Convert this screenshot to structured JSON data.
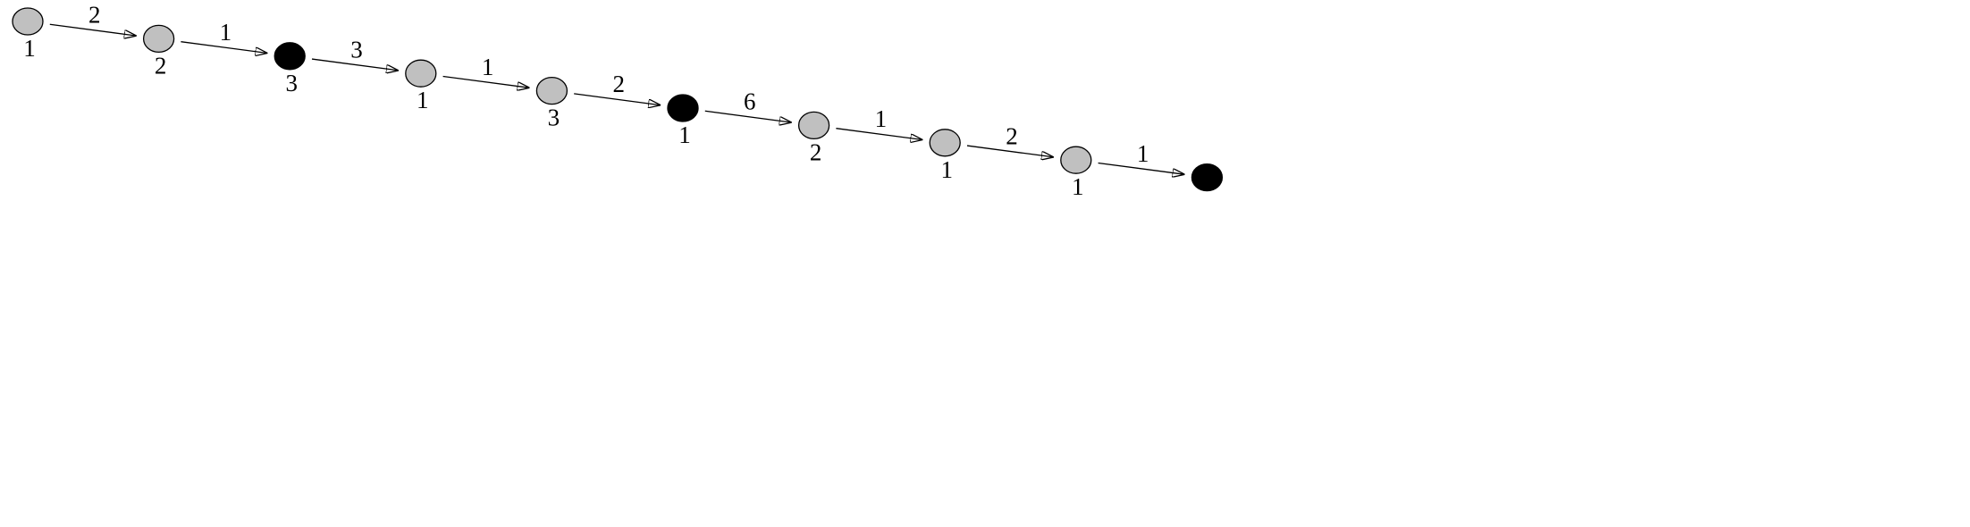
{
  "diagram": {
    "type": "weighted-chain",
    "colors": {
      "gray_node_fill": "#c0c0c0",
      "black_node_fill": "#000000",
      "stroke": "#000000",
      "background": "#ffffff"
    },
    "nodes": [
      {
        "label": "1",
        "kind": "gray"
      },
      {
        "label": "2",
        "kind": "gray"
      },
      {
        "label": "3",
        "kind": "black"
      },
      {
        "label": "1",
        "kind": "gray"
      },
      {
        "label": "3",
        "kind": "gray"
      },
      {
        "label": "1",
        "kind": "black"
      },
      {
        "label": "2",
        "kind": "gray"
      },
      {
        "label": "1",
        "kind": "gray"
      },
      {
        "label": "1",
        "kind": "gray"
      },
      {
        "label": "",
        "kind": "black"
      }
    ],
    "edges": [
      {
        "from": 0,
        "to": 1,
        "weight": "2"
      },
      {
        "from": 1,
        "to": 2,
        "weight": "1"
      },
      {
        "from": 2,
        "to": 3,
        "weight": "3"
      },
      {
        "from": 3,
        "to": 4,
        "weight": "1"
      },
      {
        "from": 4,
        "to": 5,
        "weight": "2"
      },
      {
        "from": 5,
        "to": 6,
        "weight": "6"
      },
      {
        "from": 6,
        "to": 7,
        "weight": "1"
      },
      {
        "from": 7,
        "to": 8,
        "weight": "2"
      },
      {
        "from": 8,
        "to": 9,
        "weight": "1"
      }
    ]
  }
}
